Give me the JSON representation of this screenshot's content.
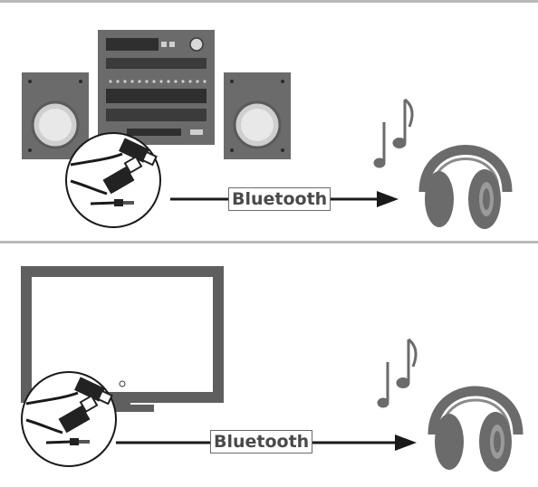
{
  "scenes": [
    {
      "source": "stereo-system",
      "connection_label": "Bluetooth",
      "target": "headphones"
    },
    {
      "source": "tv-monitor",
      "connection_label": "Bluetooth",
      "target": "headphones"
    }
  ],
  "colors": {
    "device": "#6b6b6b",
    "device_dark": "#3e3e3e",
    "arrow": "#1a1a1a",
    "divider": "#b9b9b9"
  },
  "icons": [
    "stereo-icon",
    "speaker-icon",
    "usb-adapter-icon",
    "music-note-icon",
    "headphones-icon",
    "monitor-icon",
    "arrow-icon"
  ]
}
